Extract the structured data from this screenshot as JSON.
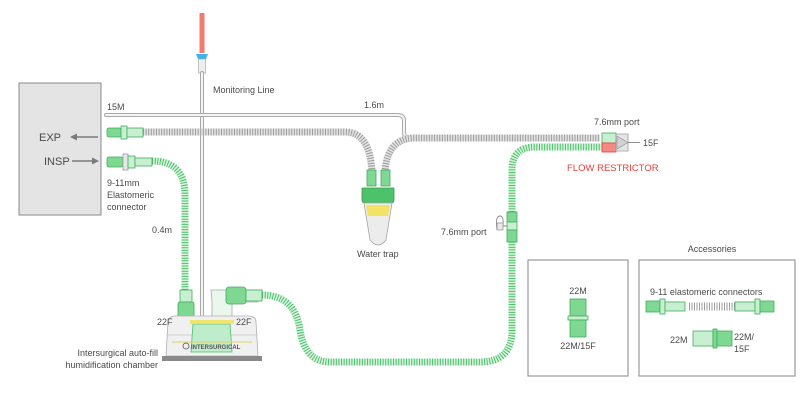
{
  "diagram": {
    "ventilator": {
      "exp_label": "EXP",
      "insp_label": "INSP"
    },
    "labels": {
      "monitoring_line": "Monitoring Line",
      "length_15m": "15M",
      "length_1_6m": "1.6m",
      "length_0_4m": "0.4m",
      "elastomeric_line1": "9-11mm",
      "elastomeric_line2": "Elastomeric",
      "elastomeric_line3": "connector",
      "port_top": "7.6mm port",
      "port_mid": "7.6mm port",
      "port_15f": "15F",
      "flow_restrictor": "FLOW RESTRICTOR",
      "water_trap": "Water trap",
      "chamber_left_port": "22F",
      "chamber_right_port": "22F",
      "chamber_line1": "Intersurgical auto-fill",
      "chamber_line2": "humidification chamber",
      "chamber_brand": "INTERSURGICAL"
    },
    "adapter_box": {
      "top_label": "22M",
      "bottom_label": "22M/15F"
    },
    "accessories": {
      "title": "Accessories",
      "connectors_label": "9-11 elastomeric connectors",
      "adapter_left": "22M",
      "adapter_right_line1": "22M/",
      "adapter_right_line2": "15F"
    },
    "colors": {
      "green": "#4cc26b",
      "gray": "#9d9d9d",
      "red": "#e8403a",
      "monitor_tip": "#f27a6e",
      "monitor_cap": "#3fb4e8",
      "trap_yellow": "#f3e24a"
    }
  }
}
